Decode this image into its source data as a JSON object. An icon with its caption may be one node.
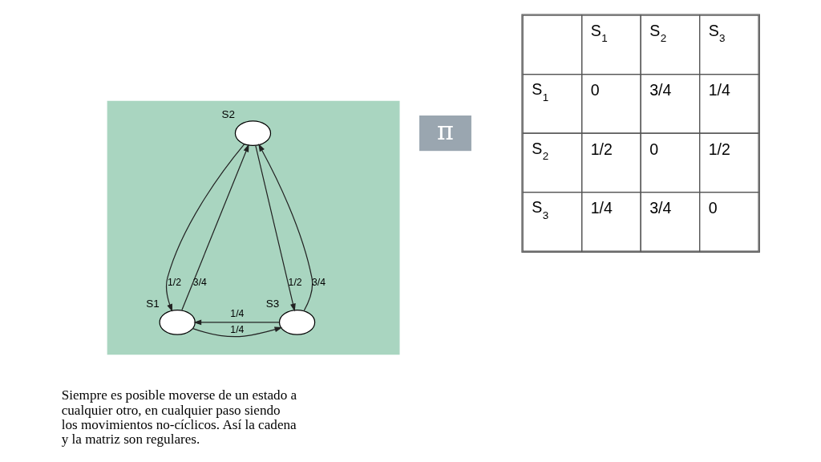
{
  "diagram": {
    "nodes": [
      {
        "text": [],
        "shape": "box"
      },
      {
        "text": [
          "S1"
        ],
        "in": 0
      },
      {
        "text": [
          "S2"
        ],
        "in": 0
      },
      {
        "text": [
          "S3"
        ],
        "in": 0
      }
    ],
    "edges": [
      {
        "from": 1,
        "to": 2,
        "arrow": "to",
        "label": "3/4"
      },
      {
        "from": 2,
        "to": 1,
        "arrow": "to",
        "label": "1/2"
      },
      {
        "from": 2,
        "to": 3,
        "arrow": "to",
        "label": "1/2"
      },
      {
        "from": 3,
        "to": 2,
        "arrow": "to",
        "label": "3/4"
      },
      {
        "from": 3,
        "to": 1,
        "arrow": "to",
        "label": "1/4"
      },
      {
        "from": 1,
        "to": 3,
        "arrow": "to",
        "label": "1/4"
      }
    ],
    "labels": [
      "π",
      "S$_{1}$",
      "S$_{2}$",
      "S$_{3}$",
      "S$_{1}$",
      "0",
      "3/4",
      "1/4",
      "S$_{2}$",
      "1/2",
      "0",
      "1/2",
      "S$_{3}$",
      "1/4",
      "3/4",
      "0",
      "Siempre es posible moverse de un estado a cualquier otro, en cualquier paso siendo los movimientos no-cíclicos. Así la cadena y la matriz son regulares."
    ]
  }
}
